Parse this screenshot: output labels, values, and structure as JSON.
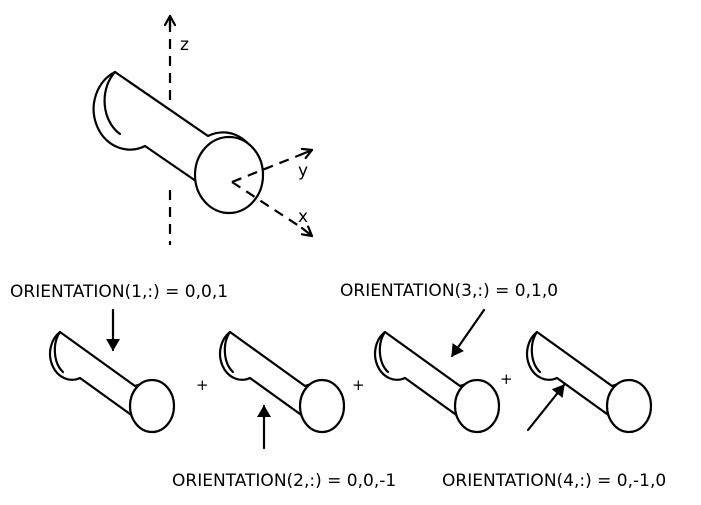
{
  "axes": {
    "z_label": "z",
    "y_label": "y",
    "x_label": "x"
  },
  "orientations": [
    {
      "label": "ORIENTATION(1,:) = 0,0,1"
    },
    {
      "label": "ORIENTATION(2,:) = 0,0,-1"
    },
    {
      "label": "ORIENTATION(3,:) = 0,1,0"
    },
    {
      "label": "ORIENTATION(4,:) = 0,-1,0"
    }
  ],
  "operators": [
    "+",
    "+",
    "+"
  ],
  "colors": {
    "stroke": "#000000",
    "background": "#ffffff"
  }
}
